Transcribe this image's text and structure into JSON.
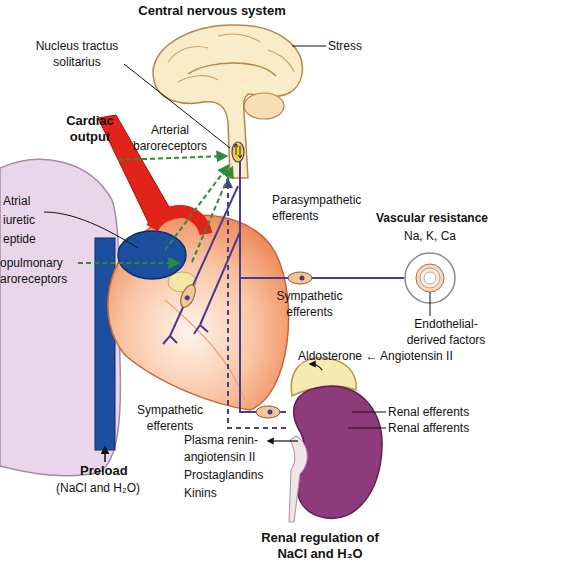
{
  "diagram": {
    "nodes": [
      {
        "text": [
          "Central nervous system"
        ]
      },
      {
        "text": [
          "Vascular resistance",
          "Na, K, Ca"
        ]
      },
      {
        "text": [
          "Renal regulation of NaCl and H₂O"
        ]
      }
    ],
    "edges": [
      {
        "from": 0,
        "to": 1,
        "arrow": "none",
        "label": "Sympathetic efferents"
      },
      {
        "from": 0,
        "to": 2,
        "arrow": "none",
        "label": "Renal efferents"
      },
      {
        "from": 2,
        "to": 0,
        "arrow": "to",
        "label": "Renal afferents"
      }
    ],
    "labels": [
      "Nucleus tractus solitarius",
      "Stress",
      "Cardiac output",
      "Arterial baroreceptors",
      "Atrial iuretic eptide",
      "opulmonary aroreceptors",
      "Parasympathetic efferents",
      "Sympathetic efferents",
      "Endothelial-derived factors",
      "Aldosterone ← Angiotensin II",
      "Plasma renin-angiotensin II",
      "Prostaglandins",
      "Kinins",
      "Preload",
      "(NaCl and H₂O)"
    ]
  }
}
